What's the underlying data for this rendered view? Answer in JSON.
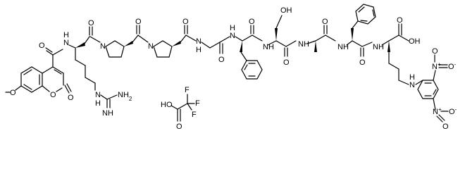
{
  "molecule": {
    "labels": {
      "methoxy_o": "O",
      "coumarin_ring_o": "O",
      "coumarin_carbonyl_o": "O",
      "amide1_o": "O",
      "amide1_nh": "N",
      "amide1_h": "H",
      "arg_carbonyl_o": "O",
      "pro1_n": "N",
      "pro1_carbonyl_o": "O",
      "pro2_n": "N",
      "pro2_carbonyl_o": "O",
      "gly_nh": "N",
      "gly_h": "H",
      "gly_carbonyl_o": "O",
      "phe1_nh": "N",
      "phe1_h": "H",
      "phe1_carbonyl_o": "O",
      "ser_oh": "OH",
      "ser_nh": "N",
      "ser_h": "H",
      "ser_carbonyl_o": "O",
      "ala_nh": "N",
      "ala_h": "H",
      "ala_carbonyl_o": "O",
      "phe2_nh": "N",
      "phe2_h": "H",
      "phe2_carbonyl_o": "O",
      "lys_nh": "N",
      "lys_h": "H",
      "cooh": "OH",
      "cooh_o": "O",
      "guan_nh_left": "N",
      "guan_nh_left_h": "H",
      "guan_nh": "NH",
      "guan_nh2": "NH",
      "guan_nh2_sub": "2",
      "dnp_nh": "N",
      "dnp_nh_h": "H",
      "nitro1_n": "N",
      "nitro1_plus": "+",
      "nitro1_o_up": "O",
      "nitro1_o_side": "O",
      "nitro1_minus": "-",
      "nitro2_n": "N",
      "nitro2_plus": "+",
      "nitro2_o_up": "O",
      "nitro2_minus": "-",
      "nitro2_o_down": "O",
      "tfa_ho": "HO",
      "tfa_f1": "F",
      "tfa_f2": "F",
      "tfa_f3": "F",
      "tfa_o": "O"
    }
  }
}
